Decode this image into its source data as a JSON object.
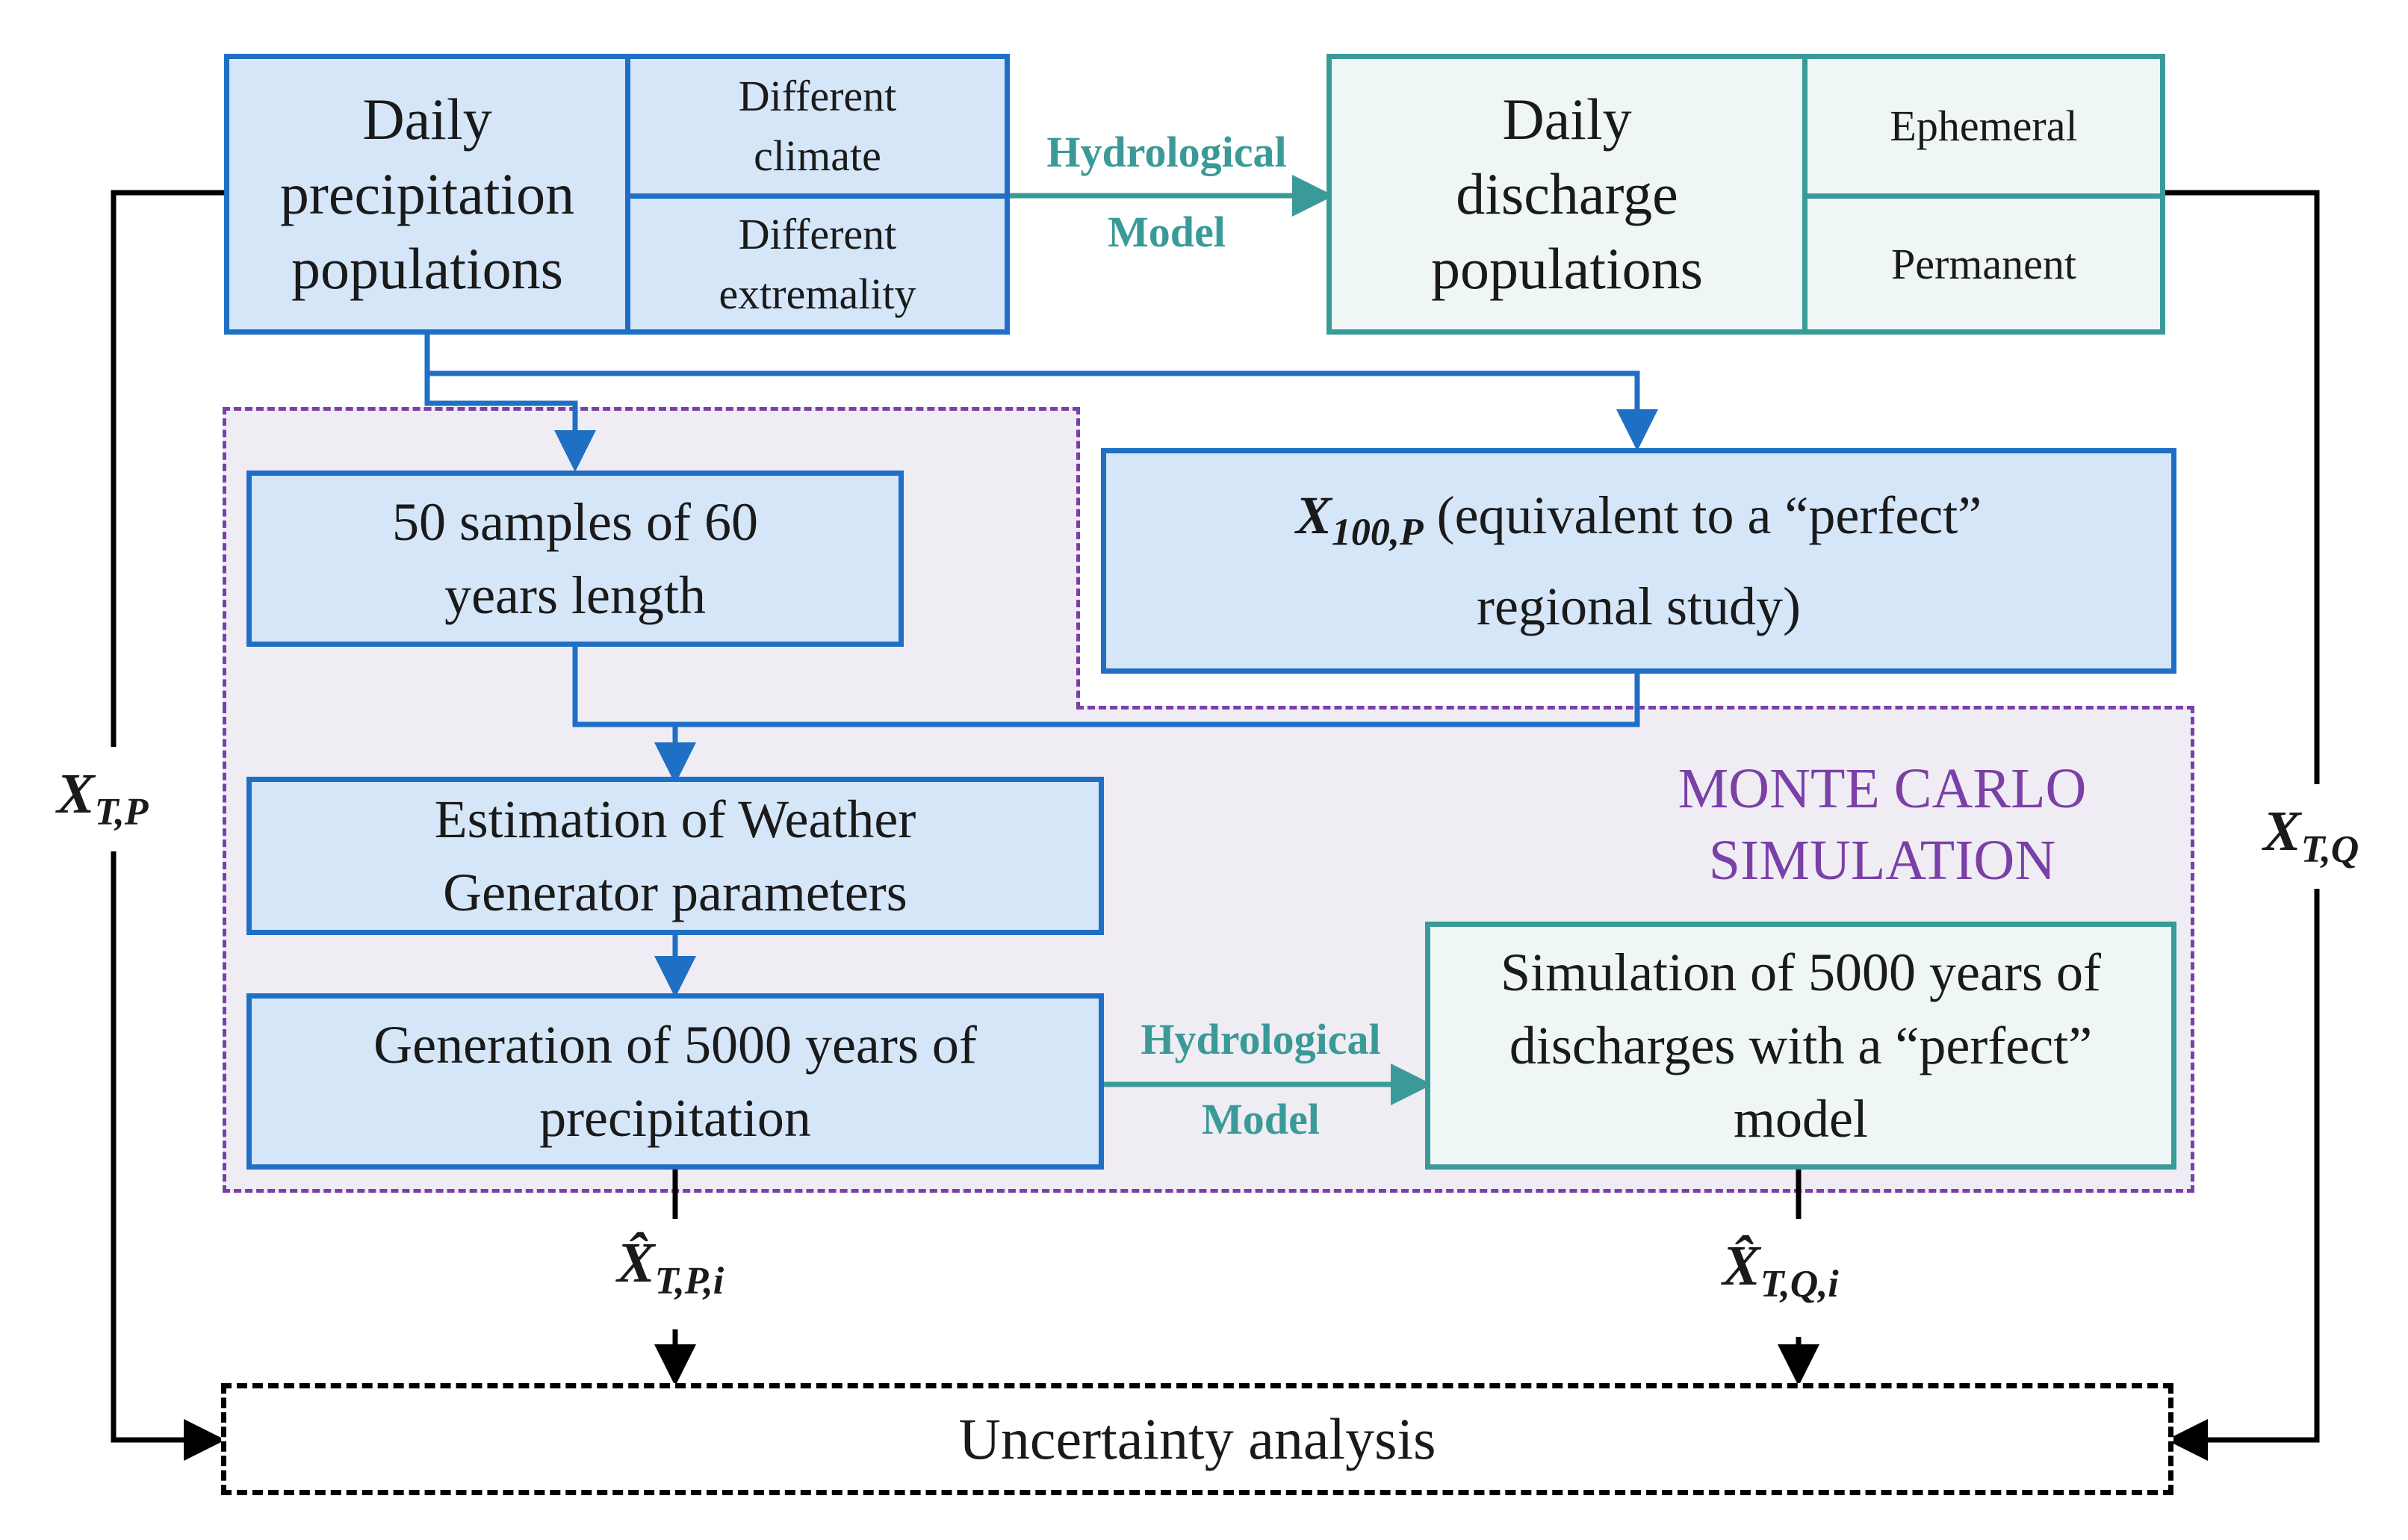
{
  "top": {
    "precip_label": "Daily precipitation populations",
    "precip_climate": "Different climate",
    "precip_extremality": "Different extremality",
    "hydro_label_line1": "Hydrological",
    "hydro_label_line2": "Model",
    "discharge_label": "Daily discharge populations",
    "discharge_ephemeral": "Ephemeral",
    "discharge_permanent": "Permanent"
  },
  "middle": {
    "samples": "50 samples of 60 years length",
    "x100_symbol": "X",
    "x100_sub": "100,P",
    "x100_text": "(equivalent to a “perfect” regional study)",
    "estimation": "Estimation of Weather Generator parameters",
    "generation": "Generation of 5000 years of precipitation",
    "hydro2_line1": "Hydrological",
    "hydro2_line2": "Model",
    "simulation": "Simulation of 5000 years of discharges with a “perfect” model",
    "mc_line1": "MONTE CARLO",
    "mc_line2": "SIMULATION"
  },
  "labels": {
    "xtp_main": "X",
    "xtp_sub": "T,P",
    "xtq_main": "X",
    "xtq_sub": "T,Q",
    "xhat_p_main": "X̂",
    "xhat_p_sub": "T,P,i",
    "xhat_q_main": "X̂",
    "xhat_q_sub": "T,Q,i"
  },
  "bottom": {
    "uncertainty": "Uncertainty analysis"
  },
  "colors": {
    "blue_fill": "#d6e6f9",
    "blue_border": "#1f6fc5",
    "teal_fill": "#eef7f6",
    "teal_border": "#3a9a98",
    "purple": "#7b3fa8",
    "mc_fill": "#efedf3"
  }
}
